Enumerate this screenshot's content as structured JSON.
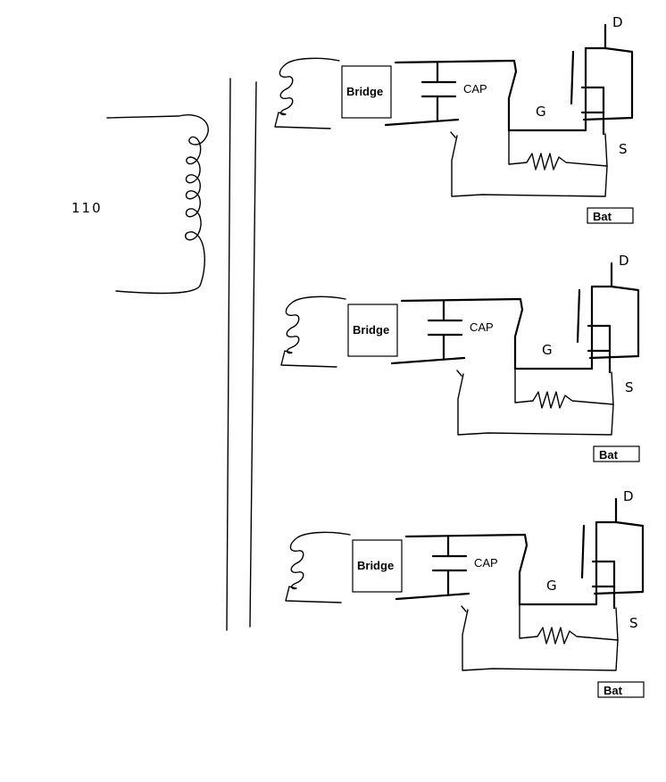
{
  "primary": {
    "label": "110"
  },
  "circuits": [
    {
      "bridge_label": "Bridge",
      "cap_label": "CAP",
      "gate_label": "G",
      "drain_label": "D",
      "source_label": "S",
      "battery_label": "Bat"
    },
    {
      "bridge_label": "Bridge",
      "cap_label": "CAP",
      "gate_label": "G",
      "drain_label": "D",
      "source_label": "S",
      "battery_label": "Bat"
    },
    {
      "bridge_label": "Bridge",
      "cap_label": "CAP",
      "gate_label": "G",
      "drain_label": "D",
      "source_label": "S",
      "battery_label": "Bat"
    }
  ]
}
